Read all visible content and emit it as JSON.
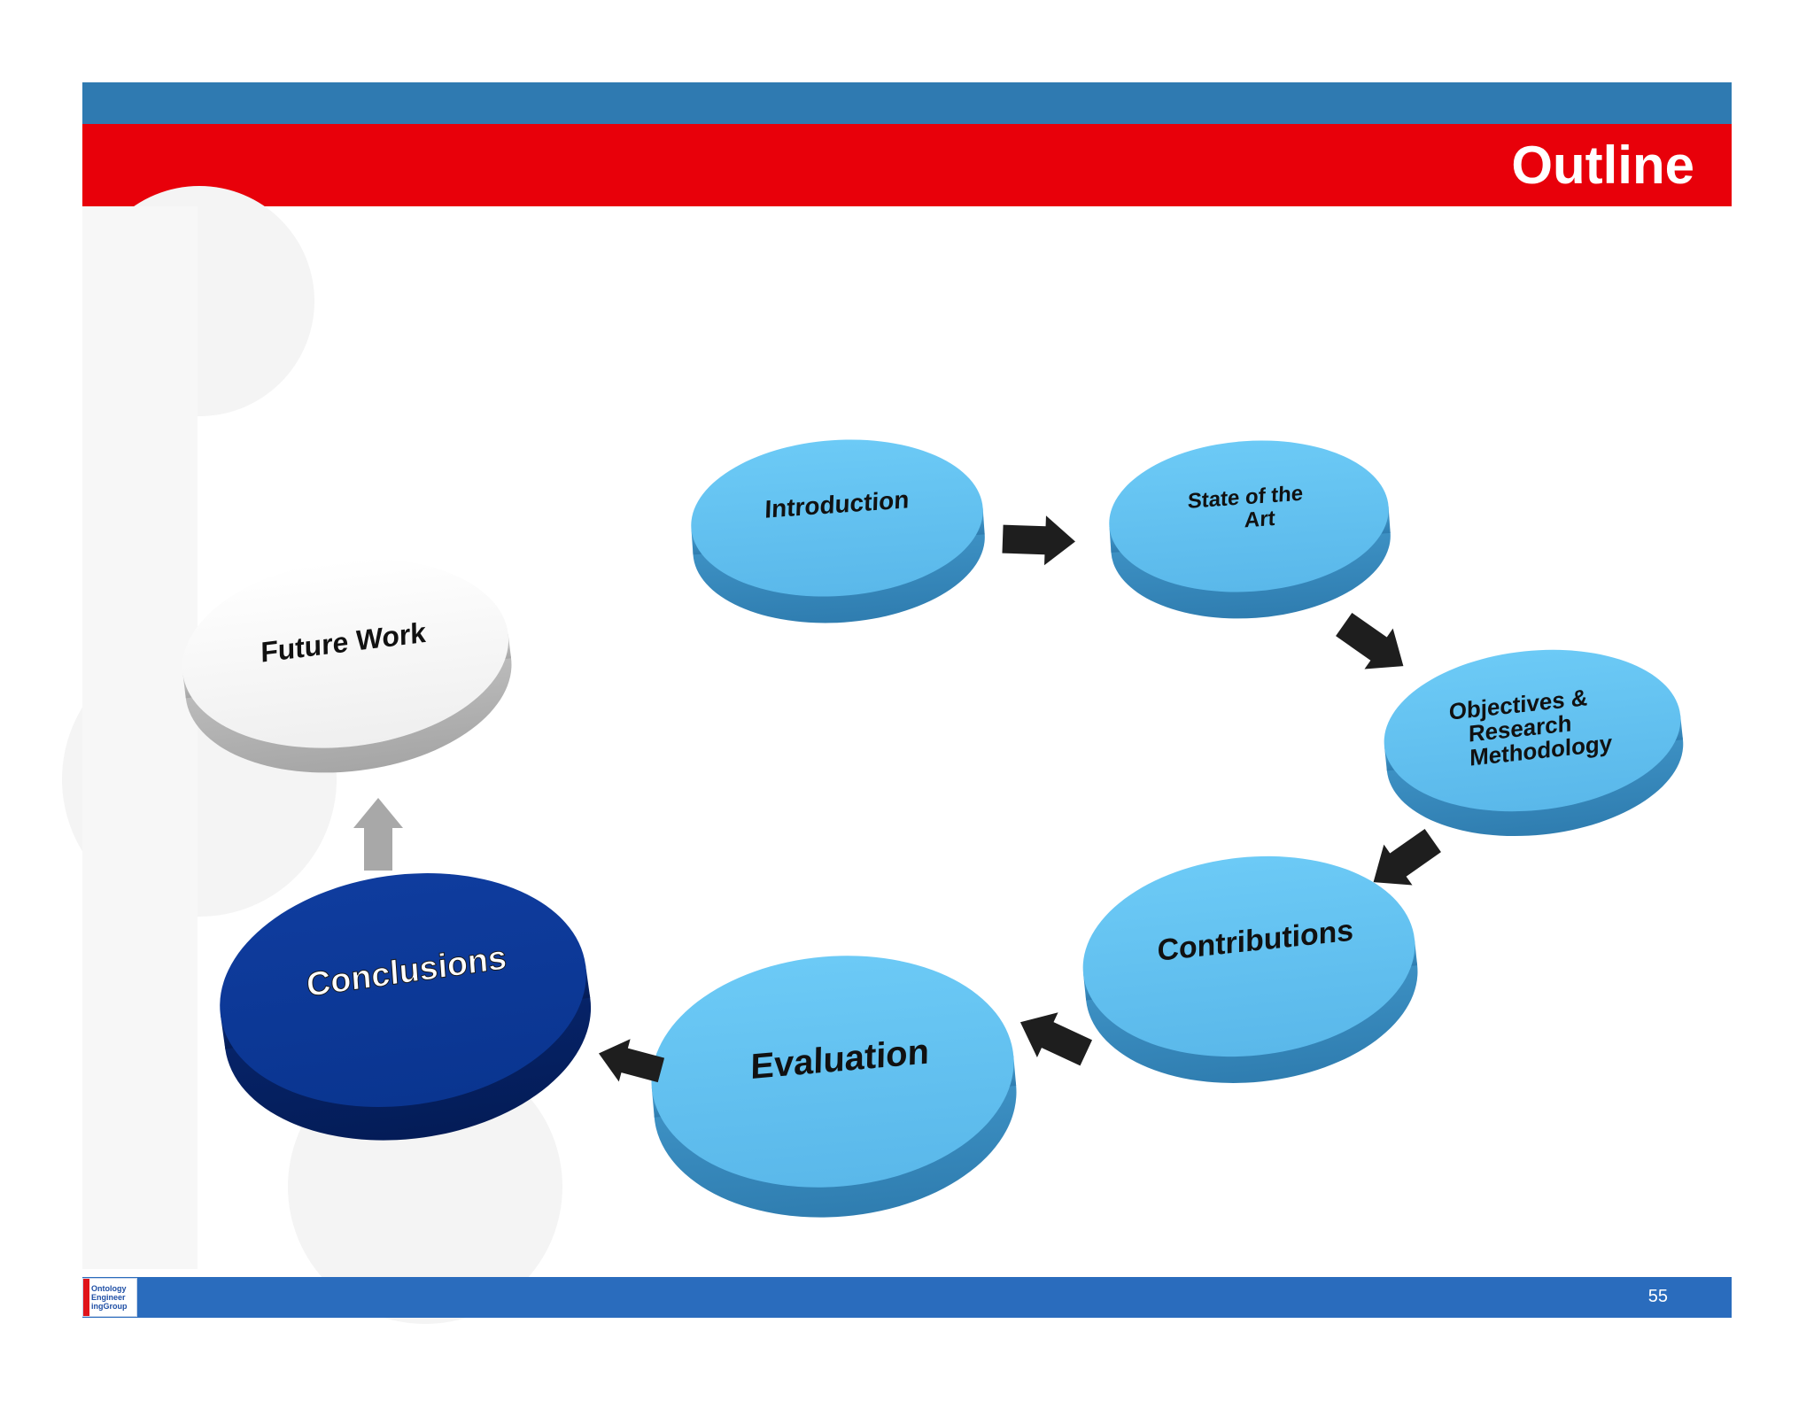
{
  "slide": {
    "title": "Outline",
    "page_number": "55"
  },
  "colors": {
    "header_top": "#2f7ab1",
    "header_main": "#e8000a",
    "footer_bar": "#2a6cbd",
    "disc_default": "#63c2f2",
    "disc_active": "#0a3a9a",
    "disc_future": "#f2f2f2",
    "arrow": "#1e1e1e",
    "arrow_future": "#a8a8a8"
  },
  "diagram": {
    "introduction": "Introduction",
    "state_of_the_art": [
      "State of the",
      "Art"
    ],
    "objectives": [
      "Objectives &",
      "Research",
      "Methodology"
    ],
    "contributions": "Contributions",
    "evaluation": "Evaluation",
    "conclusions": "Conclusions",
    "future_work": "Future Work"
  },
  "logo": {
    "lines": [
      "Ontology",
      "Engineer",
      "ingGroup"
    ]
  }
}
